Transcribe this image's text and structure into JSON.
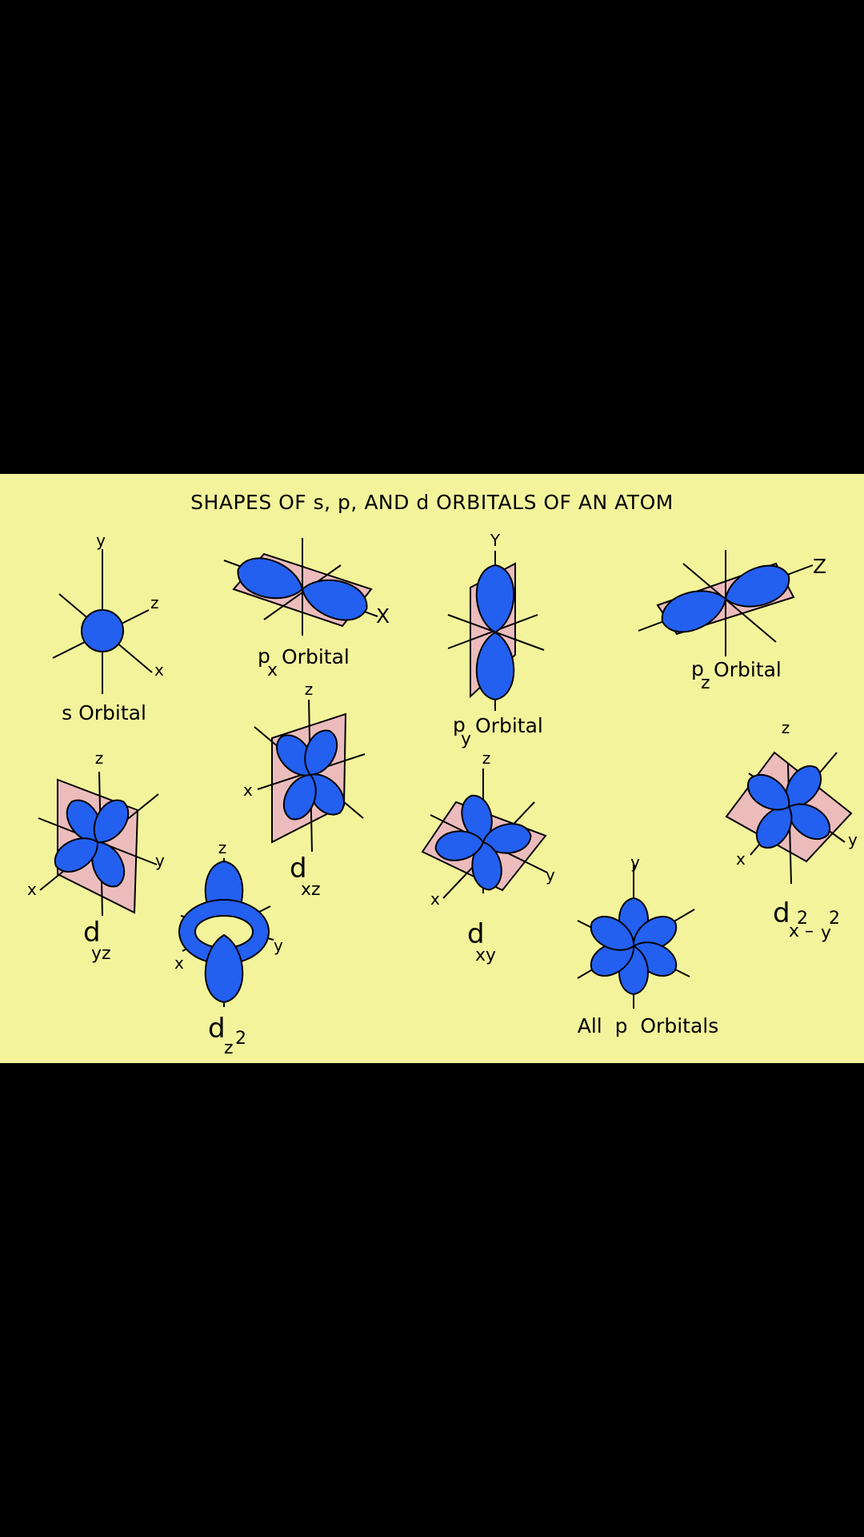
{
  "title": "SHAPES OF s, p, AND d ORBITALS OF AN ATOM",
  "colors": {
    "background": "#f3f39b",
    "lobe": "#2360f0",
    "plane": "#ecbcbc",
    "frame": "#000000"
  },
  "s_orbital": {
    "y": "y",
    "z": "z",
    "x": "x",
    "caption": "s Orbital"
  },
  "px_orbital": {
    "axis": "X",
    "p": "p",
    "sub": "x",
    "caption": "Orbital"
  },
  "py_orbital": {
    "axis": "Y",
    "p": "p",
    "sub": "y",
    "caption": "Orbital"
  },
  "pz_orbital": {
    "axis": "Z",
    "p": "p",
    "sub": "z",
    "caption": "Orbital"
  },
  "dyz": {
    "z": "z",
    "y": "y",
    "x": "x",
    "d": "d",
    "sub": "yz"
  },
  "dxz": {
    "z": "z",
    "x": "x",
    "d": "d",
    "sub": "xz"
  },
  "dxy": {
    "z": "z",
    "y": "y",
    "x": "x",
    "d": "d",
    "sub": "xy"
  },
  "dx2y2": {
    "z": "z",
    "y": "y",
    "x": "x",
    "d": "d",
    "sub_x": "x",
    "sup_1": "2",
    "minus": "–",
    "sub_y": "y",
    "sup_2": "2"
  },
  "dz2": {
    "z": "z",
    "y": "y",
    "x": "x",
    "d": "d",
    "sub": "z",
    "sup": "2"
  },
  "all_p": {
    "y": "y",
    "caption": "All  p  Orbitals"
  }
}
